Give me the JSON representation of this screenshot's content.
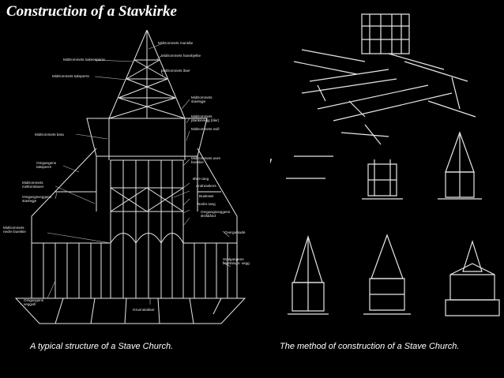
{
  "title": "Construction of a Stavkirke",
  "left_figure": {
    "caption": "A typical structure of a Stave Church.",
    "labels": {
      "mansas": "Midtrommets mansåe",
      "saksesperre": "Midtrommets saksesperre",
      "hanebjelke": "Midtrommets hanebjelke",
      "taksperre": "Midtrommets taksperre",
      "aser": "Midtrommets åser",
      "stavlegje": "Midtrommets stavlegje",
      "plankevegg": "Midtrommets plankevegg (tiler)",
      "svill": "Midtrommets svill",
      "beta": "Midtrommets beta",
      "omg_taksperre": "Omgangens taksperre",
      "ovre_bueskie": "Midtrommets øvre bueskie",
      "ovre_tang": "Øvre tang",
      "andreaskors": "Andreaskors",
      "mellomstaver": "Midtrommets mellomstaver",
      "buekner": "Bueknær",
      "omg_stavlegje": "Omgangsveggens stavlegje",
      "nedre_tang": "Nedre tang",
      "omg_skraband": "Omgangsveggens skråbånd",
      "nedre_bueskie": "Midtrommets nedre bueskie",
      "overgarkade": "Overgarkade",
      "svalgangens": "Svalgangens brystnings- vegg",
      "omg_veggvill": "Omgangens veggvill",
      "grunnstokker": "Grunnstokker"
    }
  },
  "right_figure": {
    "caption": "The method of construction of a Stave Church."
  }
}
